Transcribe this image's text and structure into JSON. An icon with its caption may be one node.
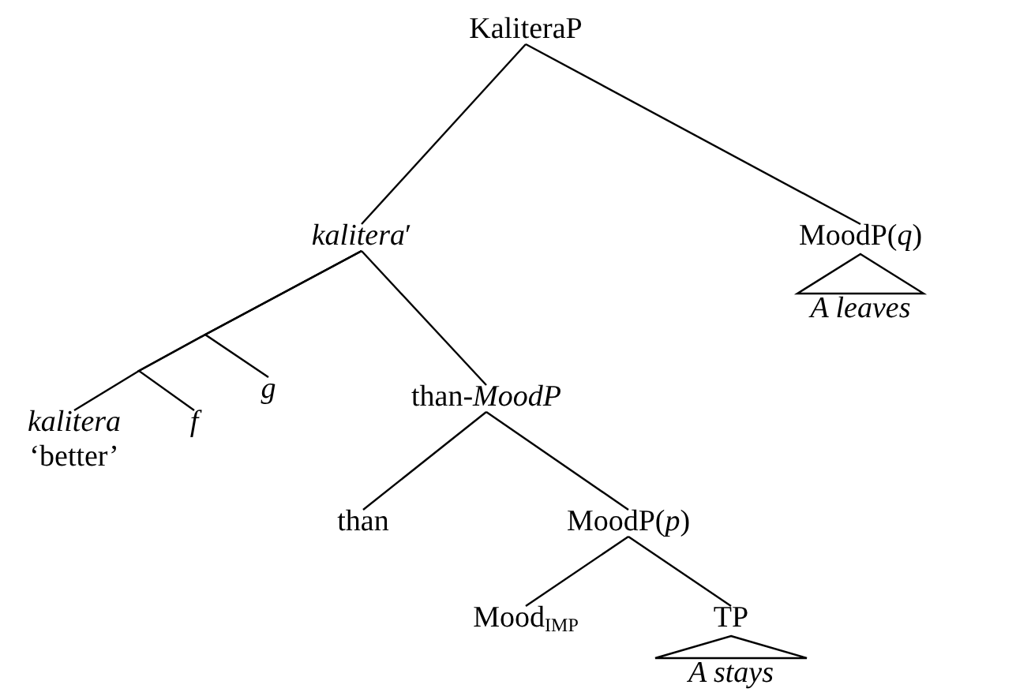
{
  "diagram": {
    "nodes": [
      {
        "text": [
          "KaliteraP"
        ]
      },
      {
        "text": [
          "*kalitera*′"
        ]
      },
      {
        "text": [
          "MoodP(*q*)"
        ]
      },
      {
        "text": [
          "A leaves"
        ]
      },
      {
        "text": [
          "g"
        ]
      },
      {
        "text": [
          "than-*MoodP*"
        ]
      },
      {
        "text": [
          "kalitera",
          "‘better’"
        ]
      },
      {
        "text": [
          "f"
        ]
      },
      {
        "text": [
          "than"
        ]
      },
      {
        "text": [
          "MoodP(*p*)"
        ]
      },
      {
        "text": [
          "Mood$_{IMP}$"
        ]
      },
      {
        "text": [
          "TP"
        ]
      },
      {
        "text": [
          "A stays"
        ]
      }
    ],
    "edges": [
      {
        "from": 0,
        "to": 1,
        "arrow": "none"
      },
      {
        "from": 0,
        "to": 2,
        "arrow": "none"
      },
      {
        "from": 2,
        "to": 3,
        "arrow": "none"
      },
      {
        "from": 1,
        "to": 6,
        "arrow": "none"
      },
      {
        "from": 1,
        "to": 7,
        "arrow": "none"
      },
      {
        "from": 1,
        "to": 4,
        "arrow": "none"
      },
      {
        "from": 1,
        "to": 5,
        "arrow": "none"
      },
      {
        "from": 5,
        "to": 8,
        "arrow": "none"
      },
      {
        "from": 5,
        "to": 9,
        "arrow": "none"
      },
      {
        "from": 9,
        "to": 10,
        "arrow": "none"
      },
      {
        "from": 9,
        "to": 11,
        "arrow": "none"
      },
      {
        "from": 11,
        "to": 12,
        "arrow": "none"
      }
    ]
  }
}
